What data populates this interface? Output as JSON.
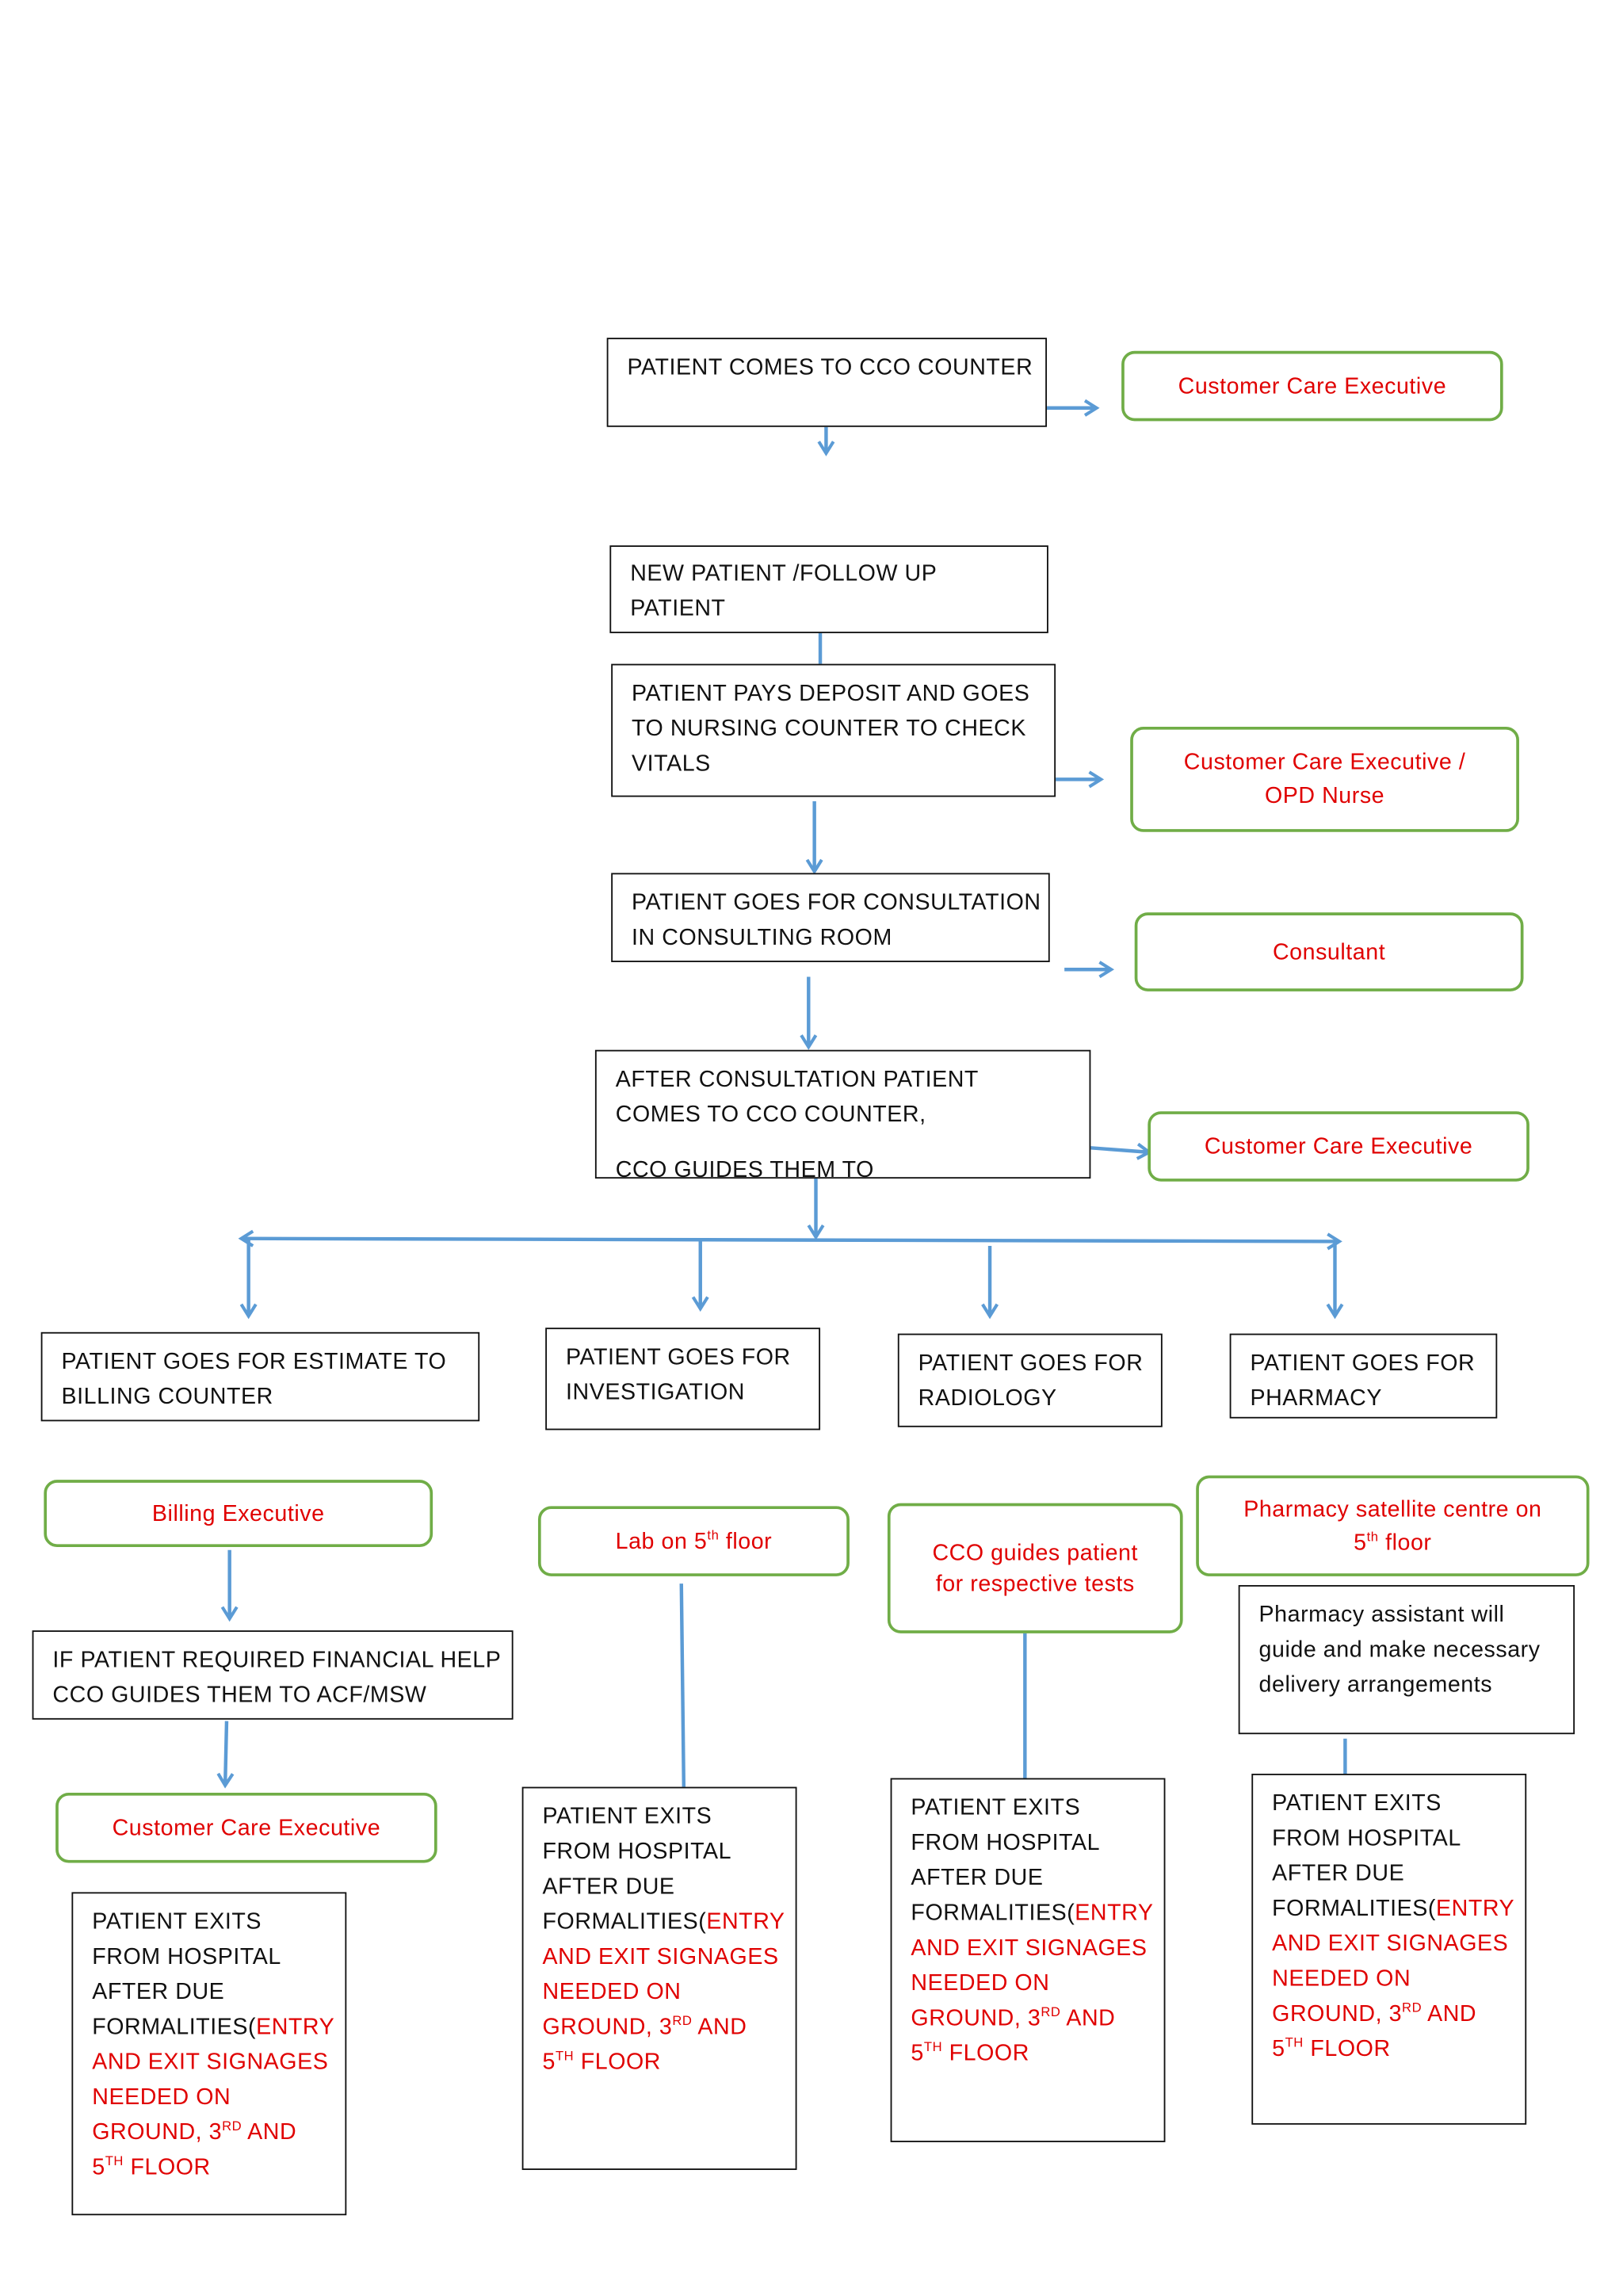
{
  "colors": {
    "arrow": "#5b9bd5",
    "role_text": "#e00000",
    "role_border": "#70ad47",
    "box_border": "#111111"
  },
  "steps": {
    "s1": "PATIENT  COMES TO CCO COUNTER",
    "s2": [
      "NEW  PATIENT  /FOLLOW  UP",
      "PATIENT"
    ],
    "s3": [
      "PATIENT  PAYS  DEPOSIT AND GOES",
      "TO NURSING  COUNTER  TO CHECK",
      "VITALS"
    ],
    "s4": [
      "PATIENT  GOES FOR CONSULTATION",
      "IN CONSULTING  ROOM"
    ],
    "s5": [
      "AFTER  CONSULTATION     PATIENT",
      "COMES TO CCO COUNTER,",
      "CCO GUIDES THEM TO"
    ],
    "b1": [
      "PATIENT  GOES FOR ESTIMATE  TO",
      "BILLING COUNTER"
    ],
    "b2": [
      "PATIENT GOES FOR",
      "INVESTIGATION"
    ],
    "b3": [
      "PATIENT  GOES FOR",
      "RADIOLOGY"
    ],
    "b4": [
      "PATIENT  GOES FOR",
      "PHARMACY"
    ],
    "financial": [
      "IF PATIENT  REQUIRED  FINANCIAL  HELP",
      "CCO GUIDES THEM  TO ACF/MSW"
    ],
    "pharmacy_assistant": [
      "Pharmacy assistant will",
      "guide and make necessary",
      "delivery arrangements"
    ]
  },
  "roles": {
    "r1": "Customer Care Executive",
    "r2": [
      "Customer Care Executive /",
      "OPD Nurse"
    ],
    "r3": "Consultant",
    "r4": "Customer Care Executive",
    "billing": "Billing Executive",
    "lab": {
      "pre": "Lab on 5",
      "sup": "th",
      "post": " floor"
    },
    "cco_tests": [
      "CCO guides patient",
      "for respective tests"
    ],
    "pharmacy_sat": {
      "line1": "Pharmacy satellite centre on",
      "pre": "5",
      "sup": "th",
      "post": " floor"
    },
    "cce_bottom": "Customer Care Executive"
  },
  "exit": {
    "black": [
      "PATIENT  EXITS",
      "FROM HOSPITAL",
      "AFTER  DUE",
      "FORMALITIES("
    ],
    "red1": "ENTRY",
    "red2": "AND  EXIT SIGNAGES",
    "red3": "NEEDED   ON",
    "red4_pre": "GROUND,  3",
    "red4_sup": "RD",
    "red4_post": " AND",
    "red5_pre": "5",
    "red5_sup": "TH",
    "red5_post": " FLOOR"
  }
}
